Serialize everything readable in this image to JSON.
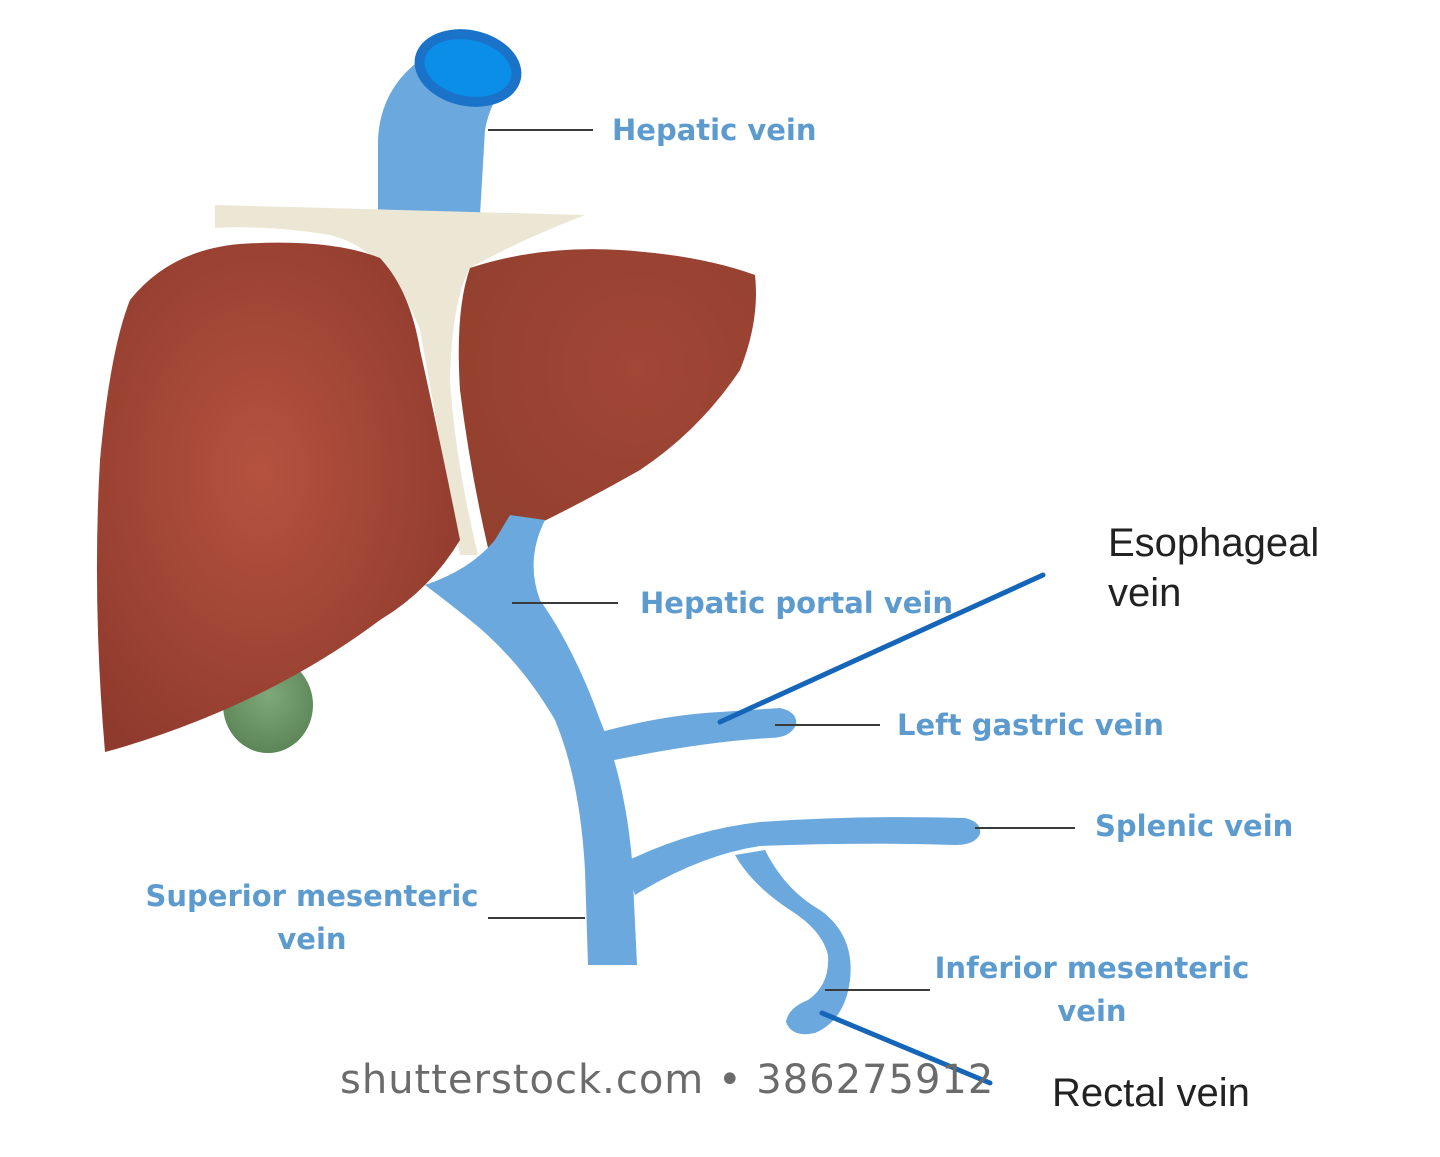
{
  "labels": {
    "hepatic_vein": "Hepatic vein",
    "hepatic_portal_vein": "Hepatic portal vein",
    "left_gastric_vein": "Left gastric vein",
    "splenic_vein": "Splenic vein",
    "superior_mesenteric_vein_line1": "Superior mesenteric",
    "superior_mesenteric_vein_line2": "vein",
    "inferior_mesenteric_vein_line1": "Inferior mesenteric",
    "inferior_mesenteric_vein_line2": "vein",
    "esophageal_vein_line1": "Esophageal",
    "esophageal_vein_line2": "vein",
    "rectal_vein": "Rectal vein"
  },
  "watermark": "shutterstock.com • 386275912",
  "colors": {
    "vein_fill": "#6aa8de",
    "vein_dark": "#1a73c9",
    "liver": "#a84a3c",
    "liver_shadow": "#8c3b30",
    "ligament": "#ece6d4",
    "gallbladder": "#6f9a6b",
    "label_blue": "#5d9bcf",
    "pointer_blue": "#1565b8",
    "label_black": "#222222",
    "watermark": "#6b6b6b"
  }
}
